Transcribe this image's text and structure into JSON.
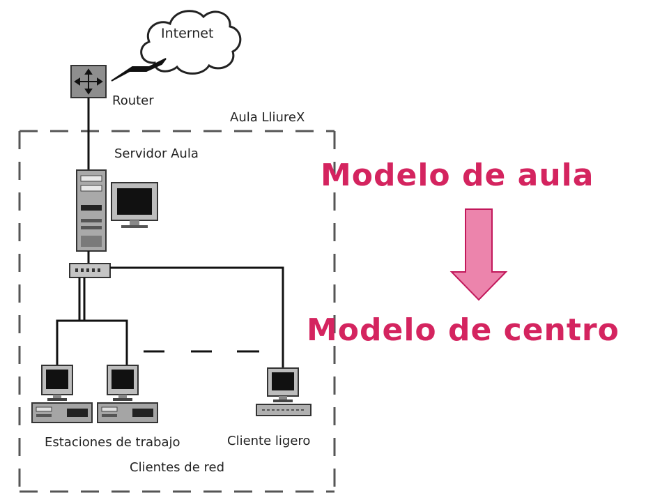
{
  "diagram": {
    "cloud_label": "Internet",
    "router_label": "Router",
    "zone_label": "Aula LliureX",
    "server_label": "Servidor Aula",
    "workstations_label": "Estaciones de trabajo",
    "thin_client_label": "Cliente ligero",
    "clients_label": "Clientes de red"
  },
  "slide": {
    "heading_from": "Modelo de aula",
    "heading_to": "Modelo de centro"
  },
  "colors": {
    "heading": "#d4245f",
    "arrow_fill": "#ec84ac",
    "arrow_stroke": "#c2185b",
    "line": "#111111",
    "device": "#9a9a9a"
  }
}
